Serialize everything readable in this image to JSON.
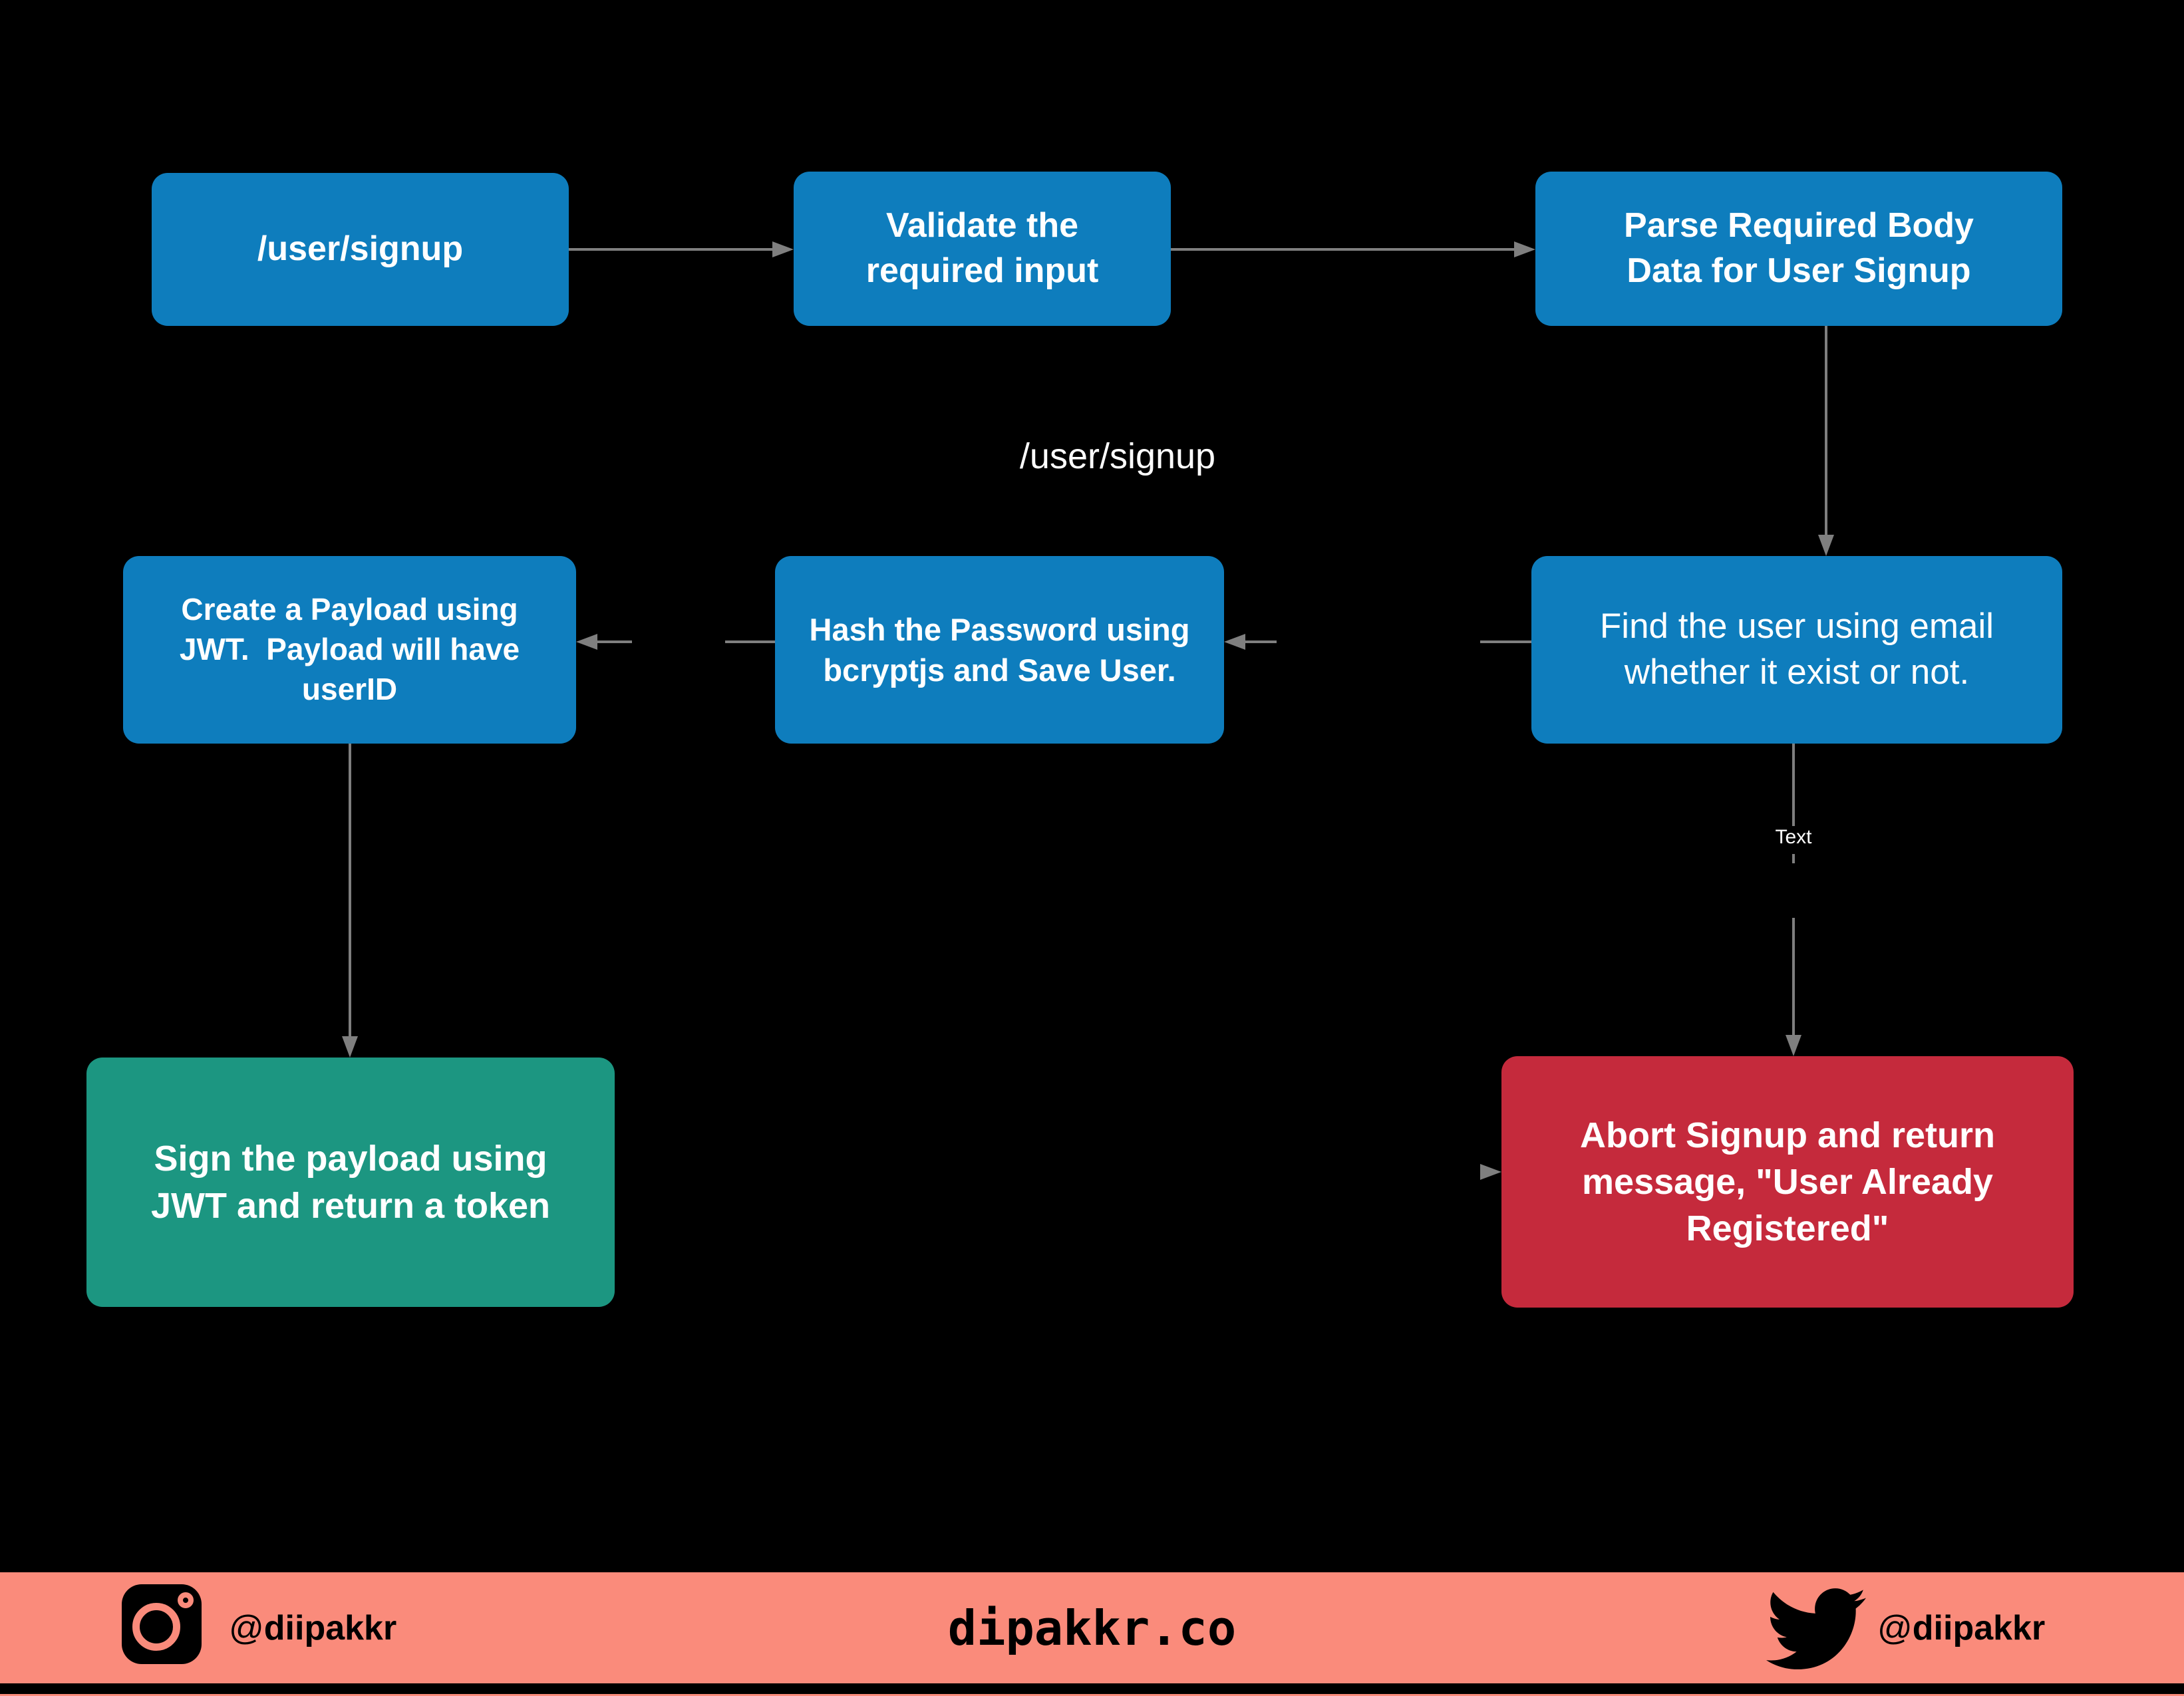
{
  "colors": {
    "bg": "#000000",
    "node-blue": "#0E7DBD",
    "node-green": "#1C9681",
    "node-red": "#C52A3C",
    "salmon": "#FA8B7B",
    "line": "#7F7F7F",
    "node-text": "#FFFFFF",
    "footer-text": "#000000"
  },
  "flowchart": {
    "nodes": {
      "endpoint": {
        "lines": [
          "/user/signup"
        ]
      },
      "validate": {
        "lines": [
          "Validate the",
          "required input"
        ]
      },
      "parse": {
        "lines": [
          "Parse Required Body",
          "Data for User Signup"
        ]
      },
      "create_payload": {
        "lines": [
          "Create a Payload using",
          "JWT.  Payload will have",
          "userID"
        ]
      },
      "hash_password": {
        "lines": [
          "Hash the Password using",
          "bcryptjs and Save User."
        ]
      },
      "find_user": {
        "lines": [
          "Find the user using email",
          "whether it exist or not."
        ]
      },
      "sign_payload": {
        "lines": [
          "Sign the payload using",
          "JWT and return a token"
        ]
      },
      "abort_signup": {
        "lines": [
          "Abort Signup and return",
          "message, \"User Already",
          "Registered\""
        ]
      }
    },
    "edge_labels": {
      "signup_route": "/user/signup",
      "text_placeholder": "Text"
    }
  },
  "footer": {
    "instagram": {
      "at": "@",
      "name": "diipakkr"
    },
    "twitter": {
      "at": "@",
      "name": "diipakkr"
    },
    "website": "dipakkr.co"
  }
}
